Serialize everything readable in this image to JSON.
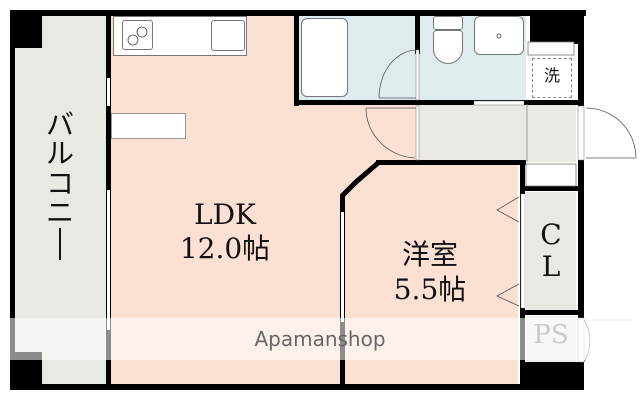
{
  "floorplan": {
    "rooms": {
      "balcony": {
        "label": "バルコニー",
        "chars": [
          "バ",
          "ル",
          "コ",
          "ニ",
          "ー"
        ]
      },
      "ldk": {
        "name": "LDK",
        "size": "12.0帖"
      },
      "western_room": {
        "name": "洋室",
        "size": "5.5帖"
      },
      "closet": {
        "line1": "C",
        "line2": "L"
      },
      "pipe_space": {
        "label": "PS"
      },
      "washer": {
        "label": "洗"
      }
    },
    "fixtures": [
      "kitchen-counter",
      "stove",
      "sink",
      "bathtub",
      "toilet",
      "washbasin",
      "washing-machine-space"
    ],
    "colors": {
      "ldk_floor": "#fde0d4",
      "wet_area": "#dfecee",
      "hall_grey": "#e9e8e2",
      "wall": "#000000"
    }
  },
  "watermark": {
    "text": "Apamanshop"
  }
}
